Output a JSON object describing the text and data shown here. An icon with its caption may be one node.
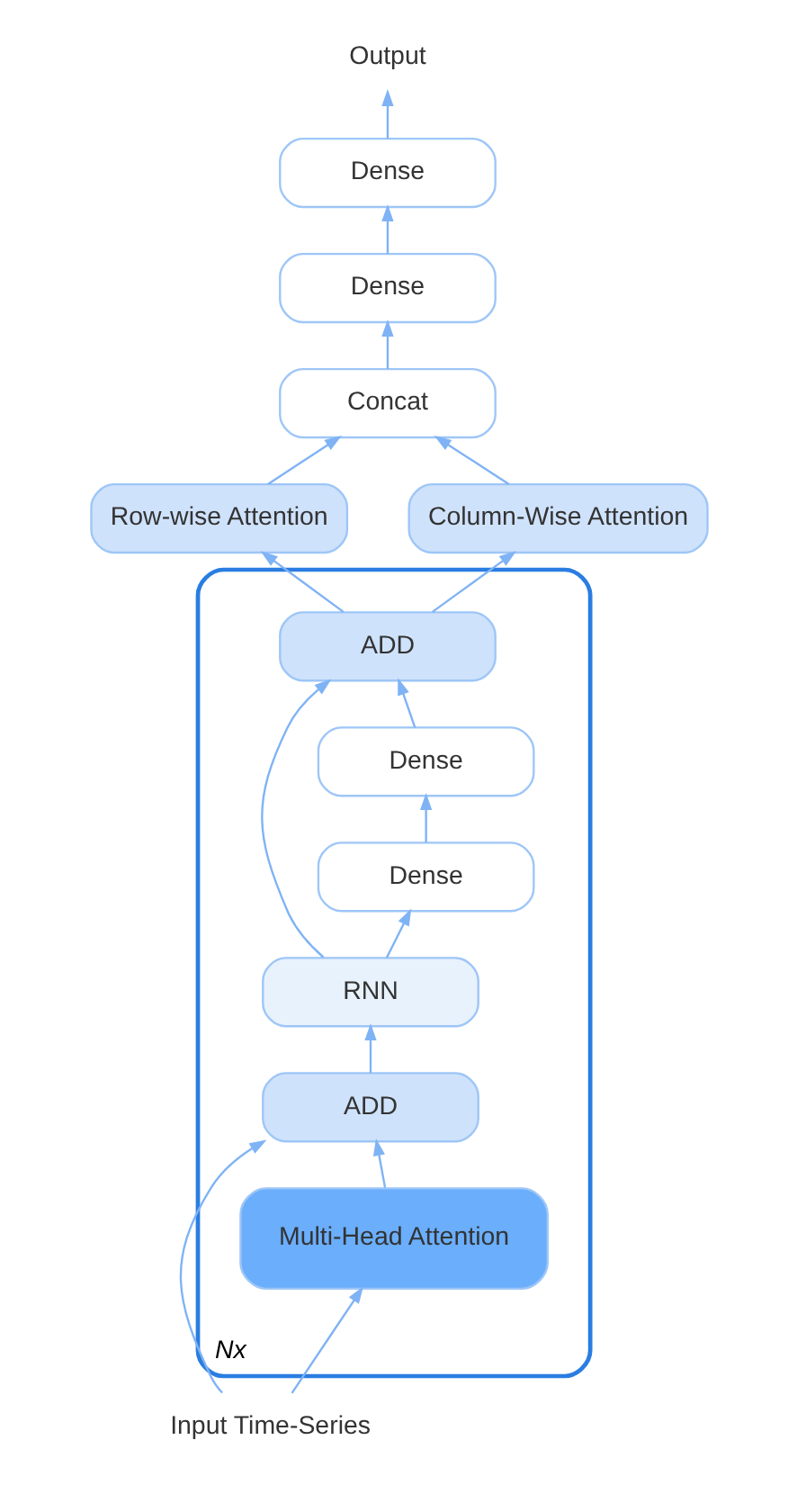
{
  "diagram": {
    "nodes": [
      {
        "text": [
          "Output"
        ]
      },
      {
        "text": [
          "Dense"
        ]
      },
      {
        "text": [
          "Dense"
        ]
      },
      {
        "text": [
          "Concat"
        ]
      },
      {
        "text": [
          "Row-wise Attention"
        ]
      },
      {
        "text": [
          "Column-Wise Attention"
        ]
      },
      {
        "text": [],
        "shape": "box",
        "beside": [
          "Nx"
        ]
      },
      {
        "text": [
          "ADD"
        ],
        "in": 6
      },
      {
        "text": [
          "Dense"
        ],
        "in": 6
      },
      {
        "text": [
          "Dense"
        ],
        "in": 6
      },
      {
        "text": [
          "RNN"
        ],
        "in": 6
      },
      {
        "text": [
          "ADD"
        ],
        "in": 6
      },
      {
        "text": [
          "Multi-Head Attention"
        ],
        "in": 6
      },
      {
        "text": [
          "Input Time-Series"
        ]
      }
    ],
    "edges": [
      {
        "from": 13,
        "to": 12,
        "arrow": "to"
      },
      {
        "from": 13,
        "to": 11,
        "arrow": "to"
      },
      {
        "from": 12,
        "to": 11,
        "arrow": "to"
      },
      {
        "from": 11,
        "to": 10,
        "arrow": "to"
      },
      {
        "from": 10,
        "to": 9,
        "arrow": "to"
      },
      {
        "from": 9,
        "to": 8,
        "arrow": "to"
      },
      {
        "from": 8,
        "to": 7,
        "arrow": "to"
      },
      {
        "from": 10,
        "to": 7,
        "arrow": "to"
      },
      {
        "from": 7,
        "to": 4,
        "arrow": "to"
      },
      {
        "from": 7,
        "to": 5,
        "arrow": "to"
      },
      {
        "from": 4,
        "to": 3,
        "arrow": "to"
      },
      {
        "from": 5,
        "to": 3,
        "arrow": "to"
      },
      {
        "from": 3,
        "to": 2,
        "arrow": "to"
      },
      {
        "from": 2,
        "to": 1,
        "arrow": "to"
      },
      {
        "from": 1,
        "to": 0,
        "arrow": "to"
      }
    ]
  }
}
